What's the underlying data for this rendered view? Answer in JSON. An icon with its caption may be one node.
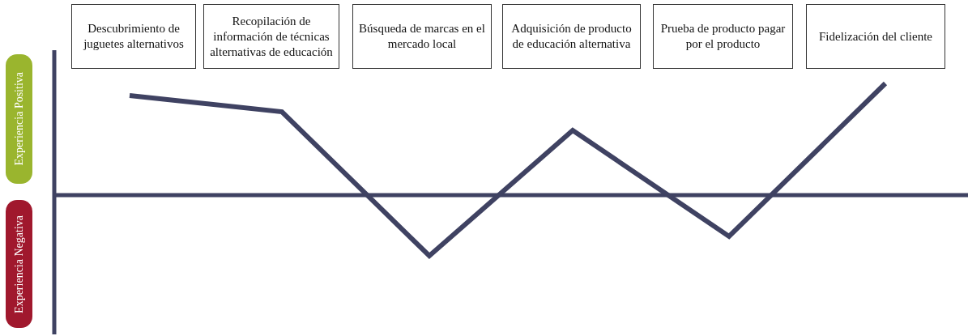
{
  "diagram": {
    "nodes": [
      {
        "text": [
          "Descubrimiento de juguetes alternativos"
        ]
      },
      {
        "text": [
          "Recopilación de información de técnicas alternativas de educación"
        ]
      },
      {
        "text": [
          "Búsqueda de marcas en el mercado local"
        ]
      },
      {
        "text": [
          "Adquisición de producto de educación alternativa"
        ]
      },
      {
        "text": [
          "Prueba de producto pagar por el producto"
        ]
      },
      {
        "text": [
          "Fidelización del cliente"
        ]
      },
      {
        "text": [
          "Experiencia Positiva"
        ]
      },
      {
        "text": [
          "Experiencia Negativa"
        ]
      }
    ]
  }
}
